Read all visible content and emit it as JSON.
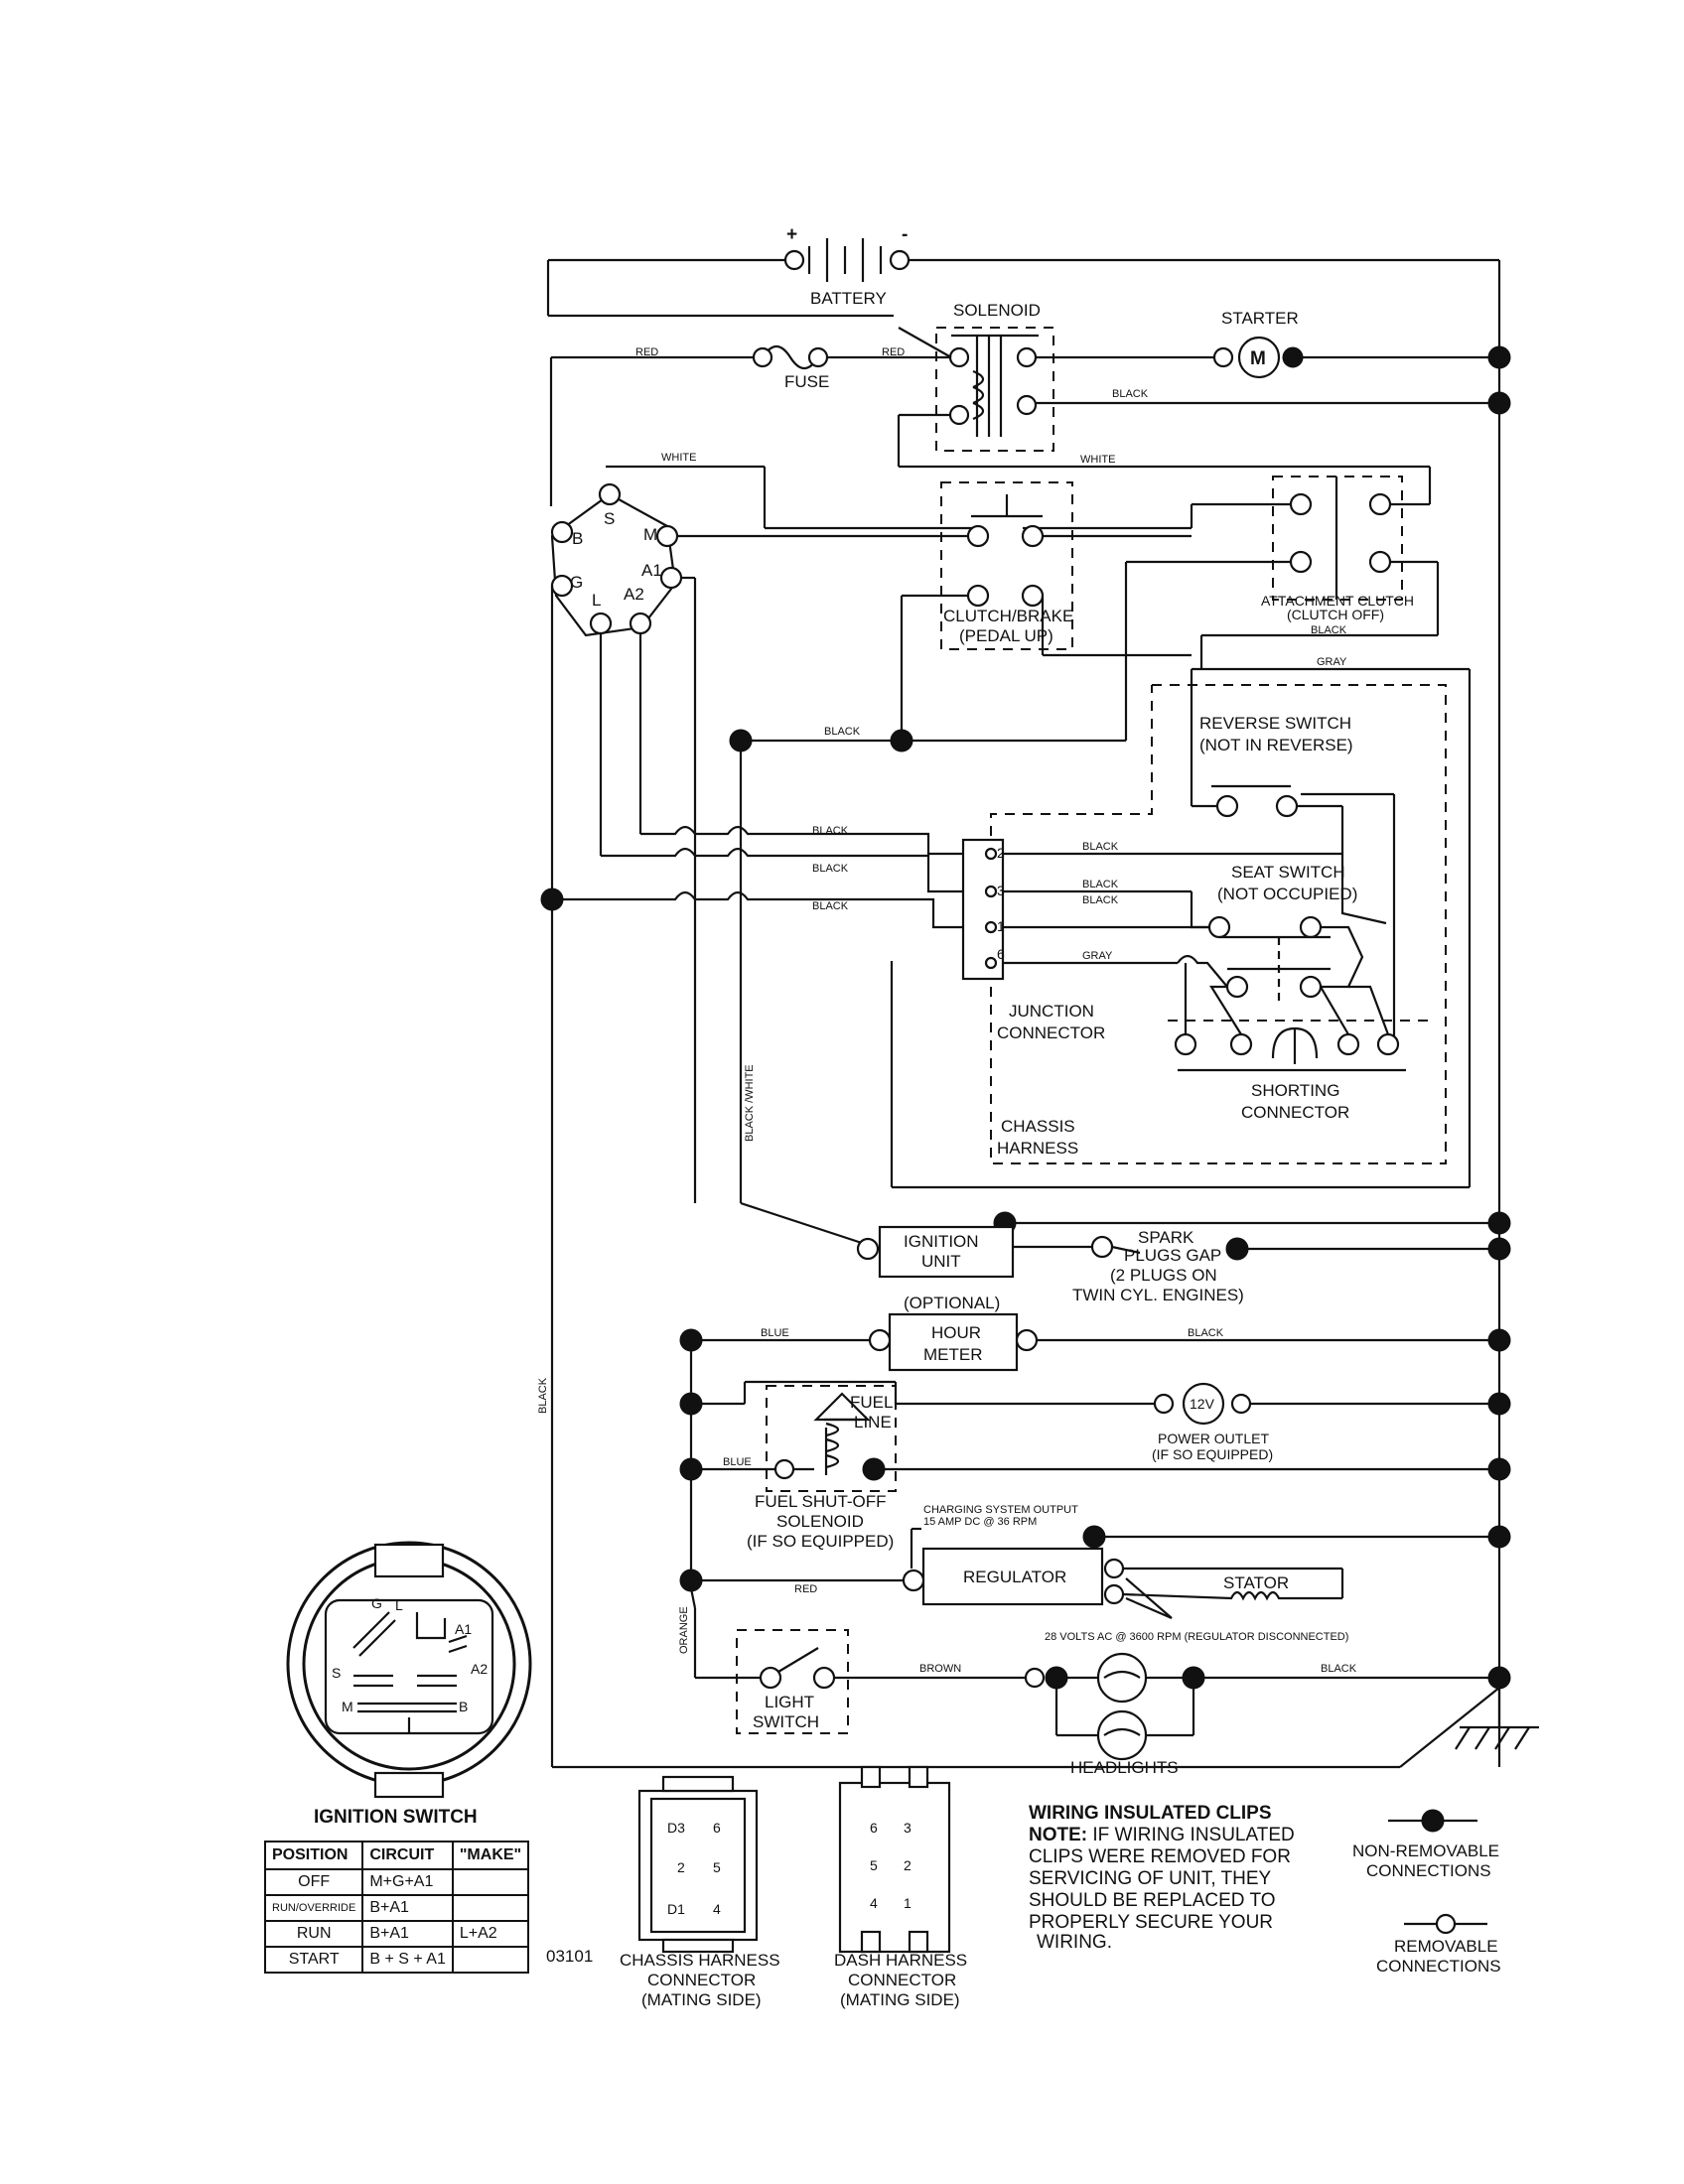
{
  "components": {
    "battery": "BATTERY",
    "battery_plus": "+",
    "battery_minus": "-",
    "solenoid": "SOLENOID",
    "starter": "STARTER",
    "starter_m": "M",
    "fuse": "FUSE",
    "clutch_brake": [
      "CLUTCH/BRAKE",
      "(PEDAL UP)"
    ],
    "attachment_clutch": [
      "ATTACHMENT CLUTCH",
      "(CLUTCH OFF)"
    ],
    "reverse_switch": [
      "REVERSE SWITCH",
      "(NOT IN REVERSE)"
    ],
    "seat_switch": [
      "SEAT SWITCH",
      "(NOT OCCUPIED)"
    ],
    "junction_connector": [
      "JUNCTION",
      "CONNECTOR"
    ],
    "junction_pins": [
      "2",
      "3",
      "1",
      "6"
    ],
    "shorting_connector": [
      "SHORTING",
      "CONNECTOR"
    ],
    "chassis_harness": [
      "CHASSIS",
      "HARNESS"
    ],
    "ignition_unit": [
      "IGNITION",
      "UNIT"
    ],
    "spark_plugs": [
      "SPARK",
      "PLUGS GAP",
      "(2 PLUGS ON",
      "TWIN CYL. ENGINES)"
    ],
    "hour_meter": [
      "(OPTIONAL)",
      "HOUR",
      "METER"
    ],
    "fuel_line": [
      "FUEL",
      "LINE"
    ],
    "power_outlet": [
      "POWER OUTLET",
      "(IF SO EQUIPPED)"
    ],
    "power_outlet_v": "12V",
    "fuel_shutoff": [
      "FUEL SHUT-OFF",
      "SOLENOID",
      "(IF SO EQUIPPED)"
    ],
    "charging_output": [
      "CHARGING SYSTEM OUTPUT",
      "15 AMP DC @ 36 RPM"
    ],
    "regulator": "REGULATOR",
    "stator": "STATOR",
    "stator_ac": "28 VOLTS AC @ 3600 RPM (REGULATOR DISCONNECTED)",
    "light_switch": [
      "LIGHT",
      "SWITCH"
    ],
    "headlights": "HEADLIGHTS",
    "ignition_terminals": [
      "S",
      "M",
      "B",
      "A1",
      "G",
      "L",
      "A2"
    ]
  },
  "wire_labels": {
    "red1": "RED",
    "red2": "RED",
    "black_starter": "BLACK",
    "white1": "WHITE",
    "white2": "WHITE",
    "black_clutch": "BLACK",
    "gray1": "GRAY",
    "black_mid": "BLACK",
    "black_j1": "BLACK",
    "black_j2": "BLACK",
    "black_j3": "BLACK",
    "black_j4": "BLACK",
    "black_j5": "BLACK",
    "black_j6": "BLACK",
    "gray2": "GRAY",
    "black_white": "BLACK /WHITE",
    "blue1": "BLUE",
    "black_hour": "BLACK",
    "blue2": "BLUE",
    "red_reg": "RED",
    "orange": "ORANGE",
    "brown": "BROWN",
    "black_head": "BLACK",
    "black_left": "BLACK"
  },
  "ignition_switch": {
    "title": "IGNITION SWITCH",
    "face_letters": [
      "G",
      "L",
      "A1",
      "S",
      "A2",
      "M",
      "B"
    ],
    "table": {
      "headers": [
        "POSITION",
        "CIRCUIT",
        "\"MAKE\""
      ],
      "rows": [
        [
          "OFF",
          "M+G+A1",
          ""
        ],
        [
          "RUN/OVERRIDE",
          "B+A1",
          ""
        ],
        [
          "RUN",
          "B+A1",
          "L+A2"
        ],
        [
          "START",
          "B + S + A1",
          ""
        ]
      ]
    }
  },
  "part_number": "03101",
  "chassis_connector": {
    "label": [
      "CHASSIS HARNESS",
      "CONNECTOR",
      "(MATING SIDE)"
    ],
    "pins": [
      "D3",
      "6",
      "2",
      "5",
      "D1",
      "4"
    ]
  },
  "dash_connector": {
    "label": [
      "DASH HARNESS",
      "CONNECTOR",
      "(MATING SIDE)"
    ],
    "pins": [
      "6",
      "3",
      "5",
      "2",
      "4",
      "1"
    ]
  },
  "notes": {
    "title": "WIRING INSULATED CLIPS",
    "note_label": "NOTE:",
    "lines": [
      " IF WIRING INSULATED",
      "CLIPS WERE REMOVED FOR",
      "SERVICING OF UNIT, THEY",
      "SHOULD BE REPLACED TO",
      "PROPERLY SECURE YOUR",
      "WIRING."
    ]
  },
  "legend": {
    "non_removable": [
      "NON-REMOVABLE",
      "CONNECTIONS"
    ],
    "removable": [
      "REMOVABLE",
      "CONNECTIONS"
    ]
  }
}
